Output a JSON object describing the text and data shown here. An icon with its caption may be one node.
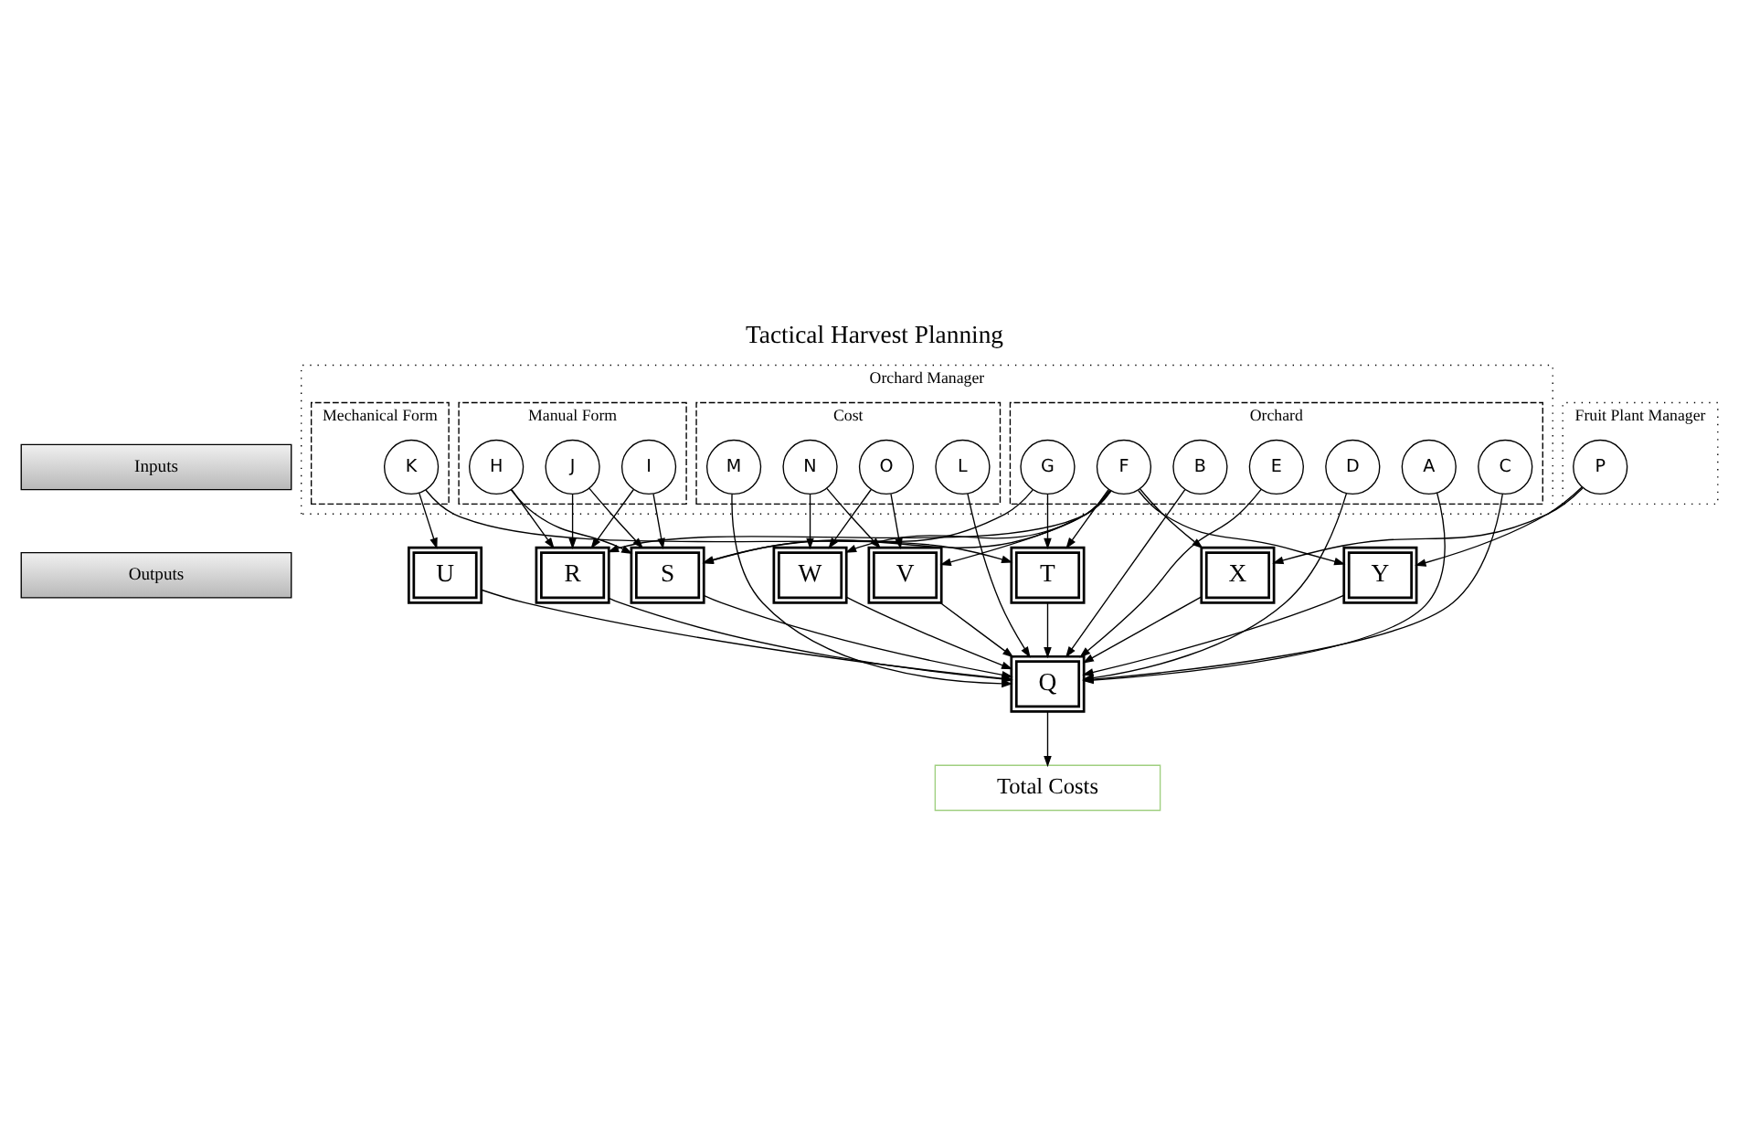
{
  "diagram": {
    "title": "Tactical Harvest Planning",
    "nodes": [
      {
        "text": [
          "Inputs"
        ]
      },
      {
        "text": [
          "Fruit Plant Manager"
        ]
      },
      {
        "text": [
          "P"
        ],
        "in": 1
      },
      {
        "text": [
          "Orchard Manager"
        ]
      },
      {
        "text": [
          "Mechanical Form"
        ],
        "in": 3
      },
      {
        "text": [
          "K"
        ],
        "in": 4
      },
      {
        "text": [
          "Manual Form"
        ],
        "in": 3
      },
      {
        "text": [
          "H"
        ],
        "in": 6
      },
      {
        "text": [
          "I"
        ],
        "in": 6
      },
      {
        "text": [
          "J"
        ],
        "in": 6
      },
      {
        "text": [
          "Orchard"
        ],
        "in": 3
      },
      {
        "text": [
          "G"
        ],
        "in": 10
      },
      {
        "text": [
          "B"
        ],
        "in": 10
      },
      {
        "text": [
          "F"
        ],
        "in": 10
      },
      {
        "text": [
          "E"
        ],
        "in": 10
      },
      {
        "text": [
          "D"
        ],
        "in": 10
      },
      {
        "text": [
          "A"
        ],
        "in": 10
      },
      {
        "text": [
          "C"
        ],
        "in": 10
      },
      {
        "text": [
          "Cost"
        ],
        "in": 3
      },
      {
        "text": [
          "L"
        ],
        "in": 18
      },
      {
        "text": [
          "M"
        ],
        "in": 18
      },
      {
        "text": [
          "O"
        ],
        "in": 18
      },
      {
        "text": [
          "N"
        ],
        "in": 18
      },
      {
        "text": [
          "X"
        ]
      },
      {
        "text": [
          "T"
        ]
      },
      {
        "text": [
          "U"
        ]
      },
      {
        "text": [
          "R"
        ]
      },
      {
        "text": [
          "S"
        ]
      },
      {
        "text": [
          "V"
        ]
      },
      {
        "text": [
          "Y"
        ]
      },
      {
        "text": [
          "Q"
        ]
      },
      {
        "text": [
          "W"
        ]
      },
      {
        "text": [
          "Total Costs"
        ]
      },
      {
        "text": [
          "Outputs"
        ]
      }
    ],
    "edges": [
      {
        "from": 2,
        "to": 23,
        "arrow": "to"
      },
      {
        "from": 2,
        "to": 29,
        "arrow": "to"
      },
      {
        "from": 5,
        "to": 24,
        "arrow": "to"
      },
      {
        "from": 5,
        "to": 25,
        "arrow": "to"
      },
      {
        "from": 7,
        "to": 26,
        "arrow": "to"
      },
      {
        "from": 7,
        "to": 27,
        "arrow": "to"
      },
      {
        "from": 8,
        "to": 26,
        "arrow": "to"
      },
      {
        "from": 8,
        "to": 27,
        "arrow": "to"
      },
      {
        "from": 9,
        "to": 26,
        "arrow": "to"
      },
      {
        "from": 9,
        "to": 27,
        "arrow": "to"
      },
      {
        "from": 11,
        "to": 24,
        "arrow": "to"
      },
      {
        "from": 11,
        "to": 27,
        "arrow": "to"
      },
      {
        "from": 13,
        "to": 23,
        "arrow": "to"
      },
      {
        "from": 13,
        "to": 24,
        "arrow": "to"
      },
      {
        "from": 13,
        "to": 29,
        "arrow": "to"
      },
      {
        "from": 13,
        "to": 26,
        "arrow": "to"
      },
      {
        "from": 13,
        "to": 27,
        "arrow": "to"
      },
      {
        "from": 13,
        "to": 28,
        "arrow": "to"
      },
      {
        "from": 13,
        "to": 31,
        "arrow": "to"
      },
      {
        "from": 12,
        "to": 30,
        "arrow": "to"
      },
      {
        "from": 14,
        "to": 30,
        "arrow": "to"
      },
      {
        "from": 15,
        "to": 30,
        "arrow": "to"
      },
      {
        "from": 16,
        "to": 30,
        "arrow": "to"
      },
      {
        "from": 17,
        "to": 30,
        "arrow": "to"
      },
      {
        "from": 19,
        "to": 30,
        "arrow": "to"
      },
      {
        "from": 20,
        "to": 30,
        "arrow": "to"
      },
      {
        "from": 21,
        "to": 28,
        "arrow": "to"
      },
      {
        "from": 22,
        "to": 28,
        "arrow": "to"
      },
      {
        "from": 21,
        "to": 31,
        "arrow": "to"
      },
      {
        "from": 22,
        "to": 31,
        "arrow": "to"
      },
      {
        "from": 23,
        "to": 30,
        "arrow": "to"
      },
      {
        "from": 24,
        "to": 30,
        "arrow": "to"
      },
      {
        "from": 25,
        "to": 30,
        "arrow": "to"
      },
      {
        "from": 26,
        "to": 30,
        "arrow": "to"
      },
      {
        "from": 27,
        "to": 30,
        "arrow": "to"
      },
      {
        "from": 29,
        "to": 30,
        "arrow": "to"
      },
      {
        "from": 28,
        "to": 30,
        "arrow": "to"
      },
      {
        "from": 31,
        "to": 30,
        "arrow": "to"
      },
      {
        "from": 30,
        "to": 32,
        "arrow": "to"
      }
    ]
  }
}
